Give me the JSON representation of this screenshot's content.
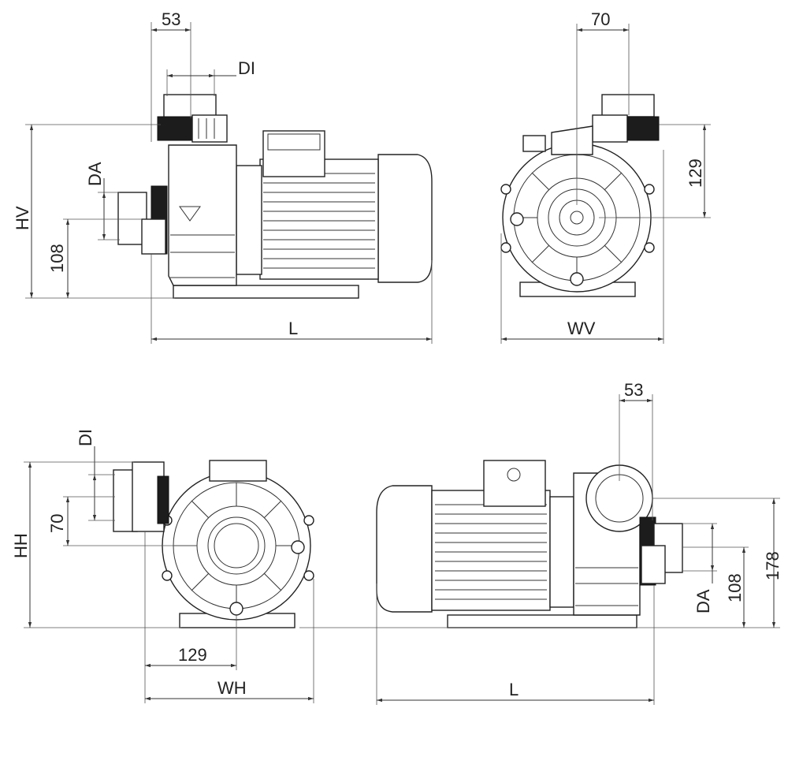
{
  "labels": {
    "side_view": {
      "top_dim": "53",
      "di": "DI",
      "da": "DA",
      "hv": "HV",
      "height_108": "108",
      "length": "L"
    },
    "front_view": {
      "top_dim": "70",
      "height_129": "129",
      "width": "WV"
    },
    "end_view": {
      "di": "DI",
      "dim_70": "70",
      "hh": "HH",
      "dim_129": "129",
      "width": "WH"
    },
    "rear_side_view": {
      "top_dim": "53",
      "dim_178": "178",
      "dim_108": "108",
      "da": "DA",
      "length": "L"
    }
  },
  "colors": {
    "line": "#222222",
    "fill": "#ffffff",
    "dark_band": "#1c1c1c"
  }
}
